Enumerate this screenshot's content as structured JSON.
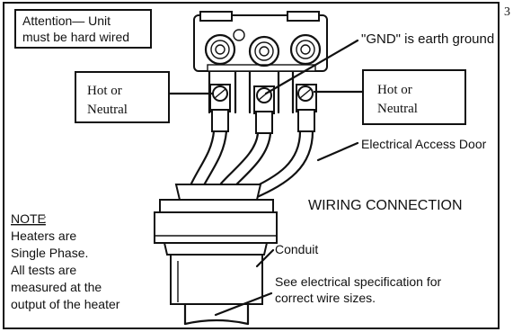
{
  "attention_box": {
    "line1": "Attention— Unit",
    "line2": "must be hard wired"
  },
  "gnd_label": "\"GND\" is earth ground",
  "left_terminal": {
    "line1": "Hot or",
    "line2": "Neutral"
  },
  "right_terminal": {
    "line1": "Hot or",
    "line2": "Neutral"
  },
  "access_door_label": "Electrical Access Door",
  "wiring_title": "WIRING CONNECTION",
  "note": {
    "heading": "NOTE",
    "heading_suffix": ":",
    "lines": [
      "Heaters are",
      "Single Phase.",
      "All tests are",
      "measured at the",
      "output of the heater"
    ]
  },
  "conduit_label": "Conduit",
  "spec_note": {
    "line1": "See electrical specification for",
    "line2": "correct wire sizes."
  },
  "page_mark": "3"
}
